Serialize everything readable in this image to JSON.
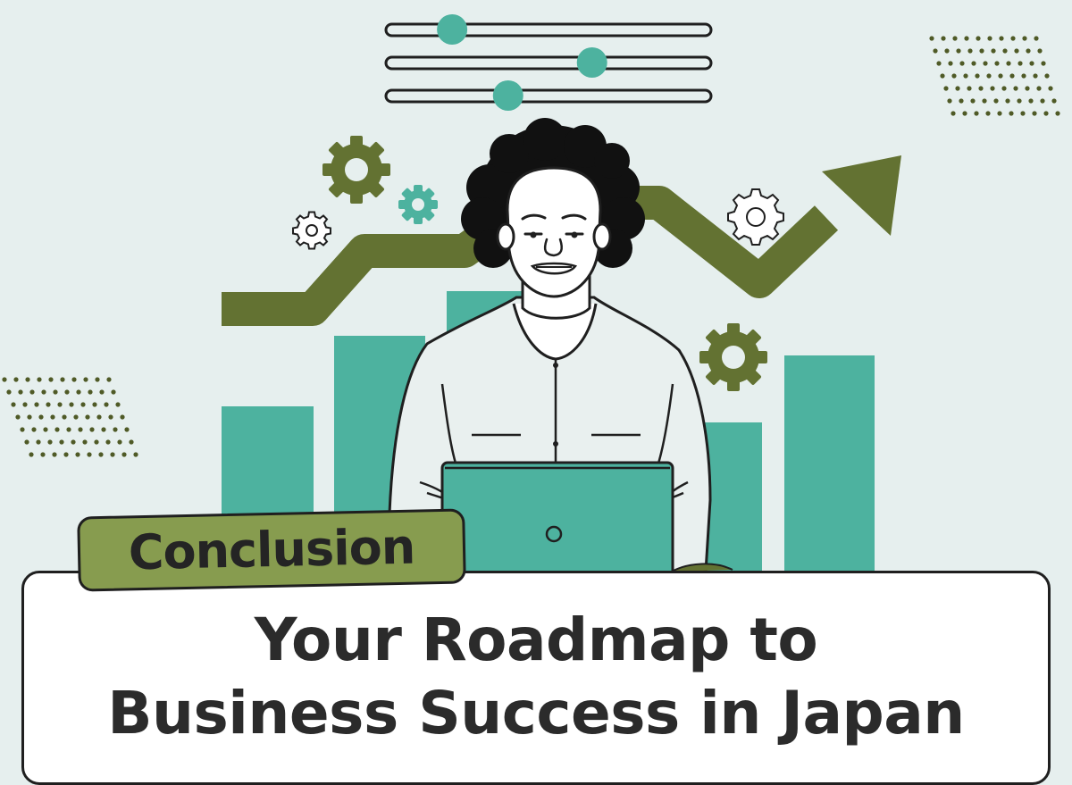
{
  "banner": {
    "tag_label": "Conclusion",
    "headline_line1": "Your Roadmap to",
    "headline_line2": "Business Success in Japan"
  },
  "illustration": {
    "subject": "person-with-laptop",
    "icons": [
      "slider-controls-icon",
      "gear-icon",
      "trend-arrow-icon",
      "bar-chart-icon",
      "dot-pattern-icon"
    ],
    "sliders": [
      {
        "level": 0.19
      },
      {
        "level": 0.64
      },
      {
        "level": 0.37
      }
    ]
  },
  "colors": {
    "background": "#e6efee",
    "teal": "#4db29f",
    "olive": "#637232",
    "tag_fill": "#879c4f",
    "text": "#2b2b2b",
    "outline": "#1f1f1f"
  }
}
